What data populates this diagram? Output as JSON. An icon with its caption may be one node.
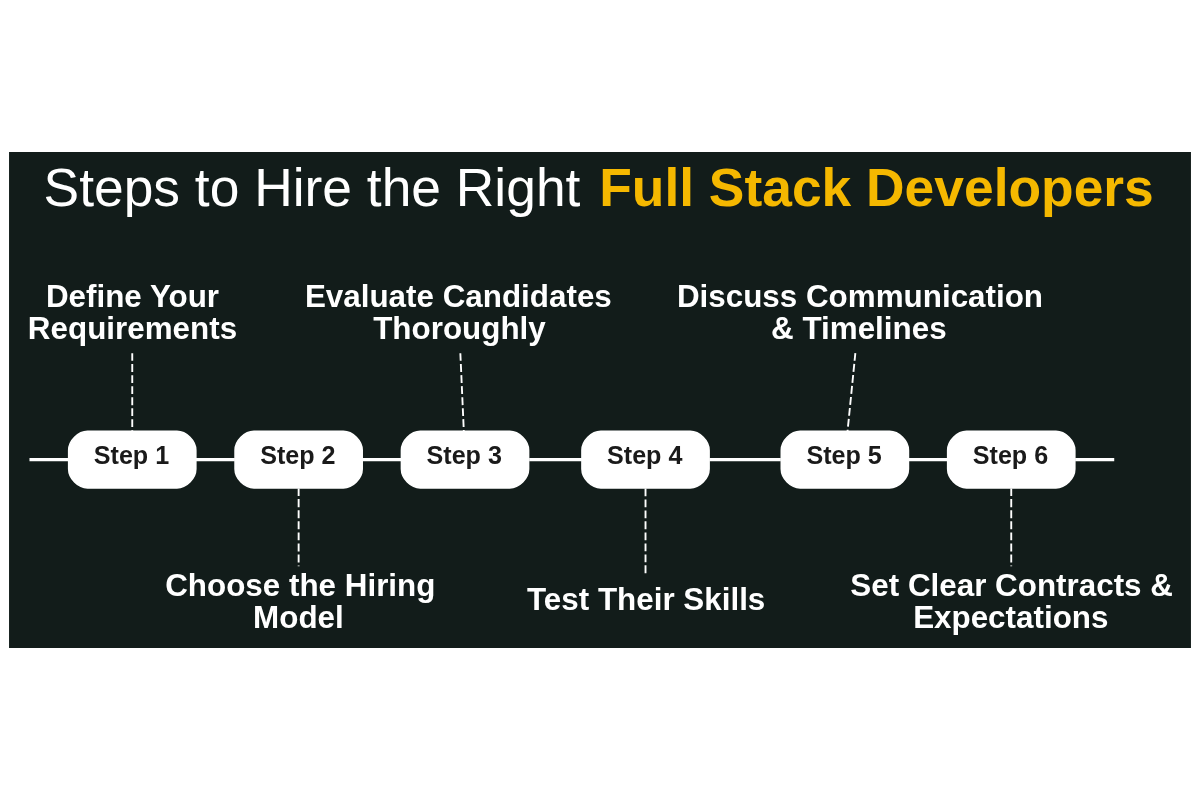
{
  "diagram": {
    "title": "Steps to Hire the Right **Full Stack Developers**",
    "nodes": [
      {
        "text": [
          "Define Your Requirements"
        ]
      },
      {
        "text": [
          "Evaluate Candidates Thoroughly"
        ]
      },
      {
        "text": [
          "Discuss Communication & Timelines"
        ]
      },
      {
        "text": [
          "Step 1"
        ]
      },
      {
        "text": [
          "Step 2"
        ]
      },
      {
        "text": [
          "Step 3"
        ]
      },
      {
        "text": [
          "Step 4"
        ]
      },
      {
        "text": [
          "Step 5"
        ]
      },
      {
        "text": [
          "Step 6"
        ]
      },
      {
        "text": [
          "Choose the Hiring Model"
        ]
      },
      {
        "text": [
          "Test Their Skills"
        ]
      },
      {
        "text": [
          "Set Clear Contracts & Expectations"
        ]
      }
    ],
    "edges": [
      {
        "from": null,
        "to": 3,
        "arrow": "none"
      },
      {
        "from": 3,
        "to": 4,
        "arrow": "none"
      },
      {
        "from": 4,
        "to": 5,
        "arrow": "none"
      },
      {
        "from": 5,
        "to": 6,
        "arrow": "none"
      },
      {
        "from": 6,
        "to": 7,
        "arrow": "none"
      },
      {
        "from": 7,
        "to": 8,
        "arrow": "none"
      },
      {
        "from": 8,
        "to": null,
        "arrow": "none"
      },
      {
        "from": 0,
        "to": 3,
        "arrow": "none",
        "style": "dashed"
      },
      {
        "from": 1,
        "to": 5,
        "arrow": "none",
        "style": "dashed"
      },
      {
        "from": 2,
        "to": 7,
        "arrow": "none",
        "style": "dashed"
      },
      {
        "from": 4,
        "to": 9,
        "arrow": "none",
        "style": "dashed"
      },
      {
        "from": 6,
        "to": 10,
        "arrow": "none",
        "style": "dashed"
      },
      {
        "from": 8,
        "to": 11,
        "arrow": "none",
        "style": "dashed"
      }
    ]
  }
}
